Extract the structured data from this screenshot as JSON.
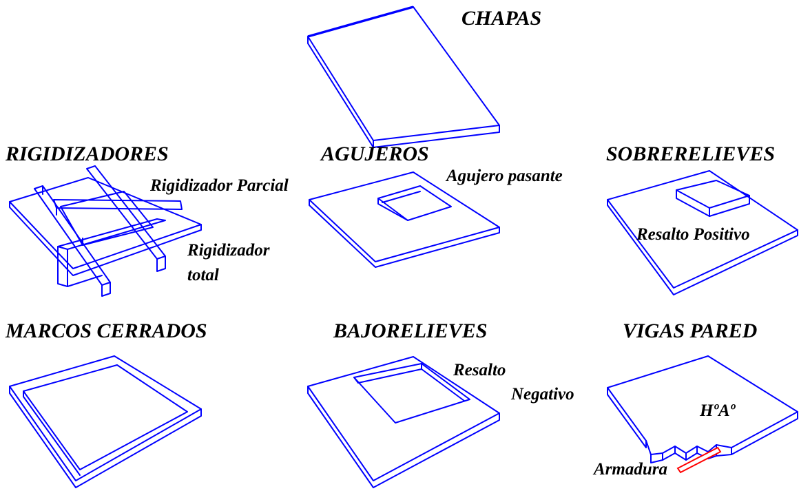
{
  "titles": {
    "chapas": "CHAPAS",
    "rigidizadores": "RIGIDIZADORES",
    "agujeros": "AGUJEROS",
    "sobrerelieves": "SOBRERELIEVES",
    "marcos": "MARCOS CERRADOS",
    "bajorelieves": "BAJORELIEVES",
    "vigas": "VIGAS PARED"
  },
  "labels": {
    "rig_parcial": "Rigidizador Parcial",
    "rig_total_1": "Rigidizador",
    "rig_total_2": "total",
    "agujero": "Agujero pasante",
    "resalto_pos": "Resalto Positivo",
    "resalto_neg_1": "Resalto",
    "resalto_neg_2": "Negativo",
    "hormigon": "HºAº",
    "armadura": "Armadura"
  },
  "colors": {
    "lines": "#0000ff",
    "rebar": "#ff0000",
    "text": "#000000"
  }
}
